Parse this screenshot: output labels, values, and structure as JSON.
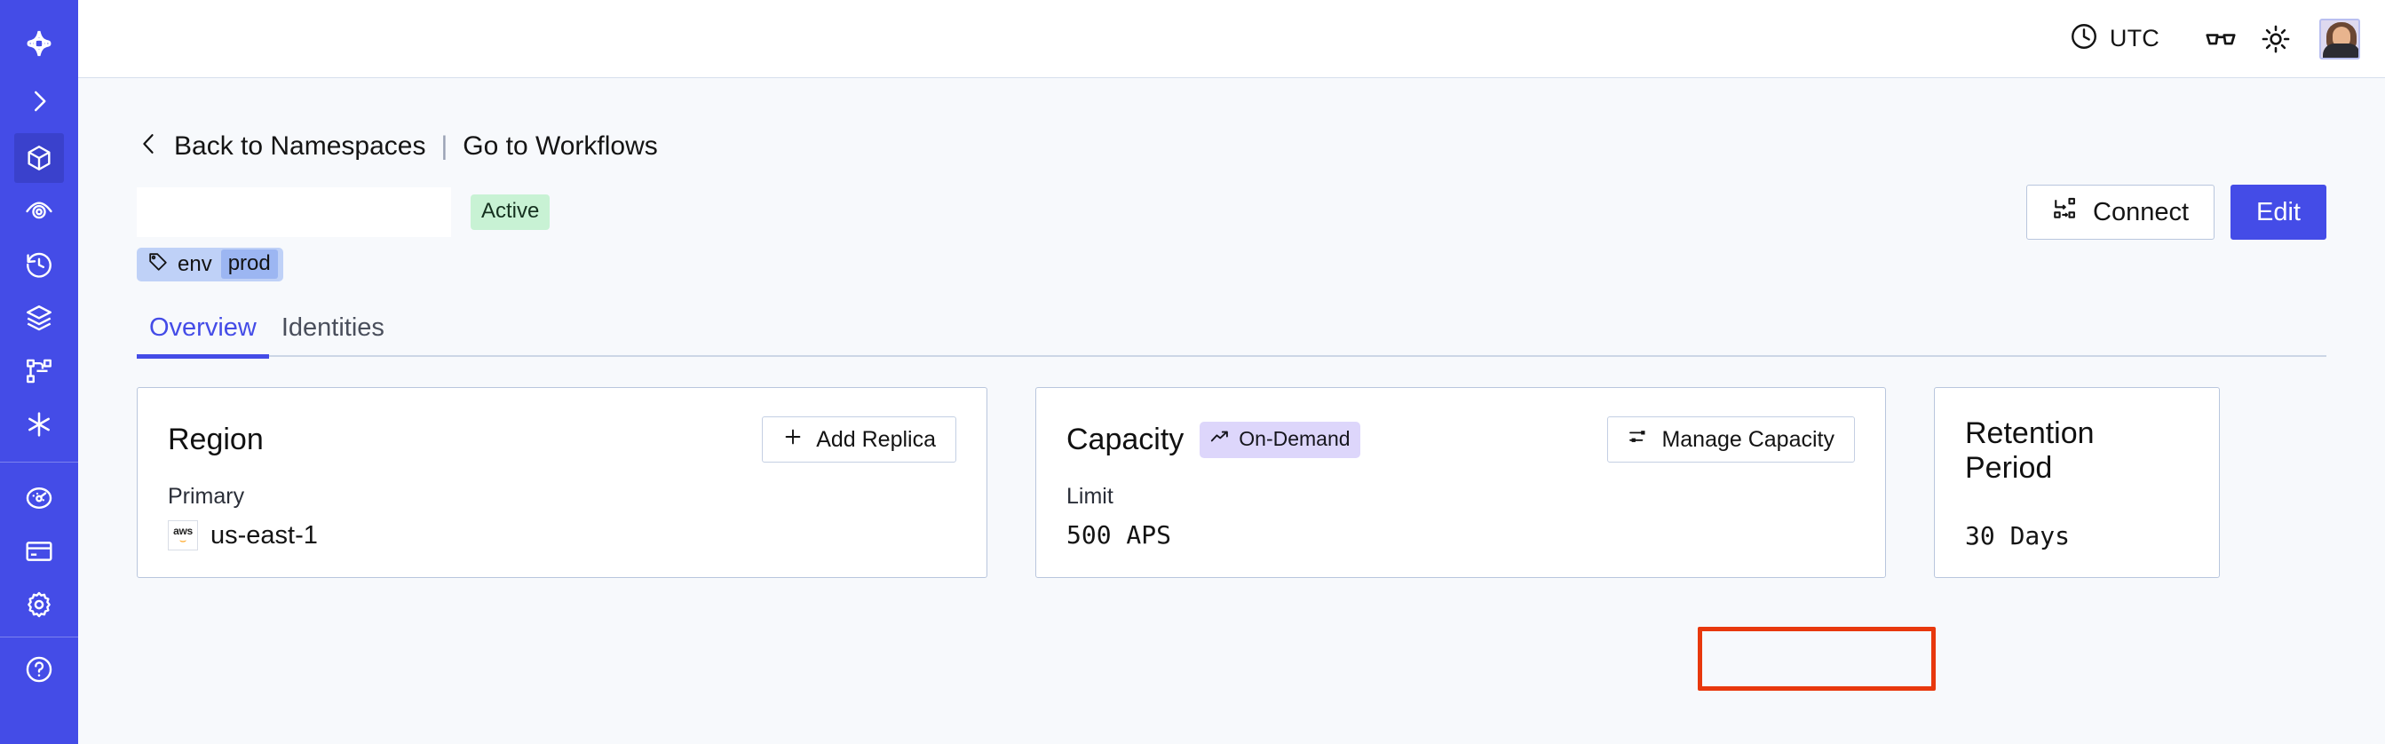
{
  "sidebar": {
    "logo_icon": "temporal-star-logo-icon",
    "expand_icon": "chevron-right-icon",
    "items": [
      {
        "name": "namespaces",
        "icon": "cube-icon",
        "active": true
      },
      {
        "name": "observability",
        "icon": "eye-spiral-icon",
        "active": false
      },
      {
        "name": "schedules",
        "icon": "clock-rewind-icon",
        "active": false
      },
      {
        "name": "batch-operations",
        "icon": "layers-icon",
        "active": false
      },
      {
        "name": "workflows",
        "icon": "git-branch-icon",
        "active": false
      },
      {
        "name": "nexus",
        "icon": "asterisk-icon",
        "active": false
      },
      {
        "name": "usage",
        "icon": "gauge-icon",
        "active": false
      },
      {
        "name": "billing",
        "icon": "credit-card-icon",
        "active": false
      },
      {
        "name": "settings",
        "icon": "gear-icon",
        "active": false
      },
      {
        "name": "help",
        "icon": "question-circle-icon",
        "active": false
      }
    ]
  },
  "topbar": {
    "timezone_label": "UTC",
    "timezone_icon": "clock-icon",
    "glasses_icon": "glasses-icon",
    "theme_icon": "sun-icon",
    "avatar_icon": "user-avatar"
  },
  "breadcrumb": {
    "back_icon": "chevron-left-icon",
    "back_label": "Back to Namespaces",
    "divider": "|",
    "forward_label": "Go to Workflows"
  },
  "namespace": {
    "name_redacted": "",
    "status_badge": "Active",
    "tag": {
      "icon": "tag-icon",
      "key": "env",
      "value": "prod"
    }
  },
  "actions": {
    "connect_label": "Connect",
    "connect_icon": "connect-flow-icon",
    "edit_label": "Edit"
  },
  "tabs": [
    {
      "label": "Overview",
      "active": true
    },
    {
      "label": "Identities",
      "active": false
    }
  ],
  "cards": {
    "region": {
      "title": "Region",
      "button_label": "Add Replica",
      "button_icon": "plus-icon",
      "sub_label": "Primary",
      "provider_icon": "aws-logo-icon",
      "provider_top": "aws",
      "value": "us-east-1"
    },
    "capacity": {
      "title": "Capacity",
      "chip_label": "On-Demand",
      "chip_icon": "trending-up-icon",
      "button_label": "Manage Capacity",
      "button_icon": "sliders-icon",
      "sub_label": "Limit",
      "value": "500 APS",
      "highlighted": true
    },
    "retention": {
      "title": "Retention Period",
      "value": "30 Days"
    }
  },
  "colors": {
    "brand": "#444ce7",
    "sidebar_active": "#3a41cc",
    "page_bg": "#f7f9fc",
    "card_border": "#b9c6dd",
    "badge_active_bg": "#c8f2d4",
    "tag_bg": "#bfd1f7",
    "tag_value_bg": "#9cb6f2",
    "chip_ondemand_bg": "#ddd6fb",
    "annotation_red": "#e8380d"
  }
}
